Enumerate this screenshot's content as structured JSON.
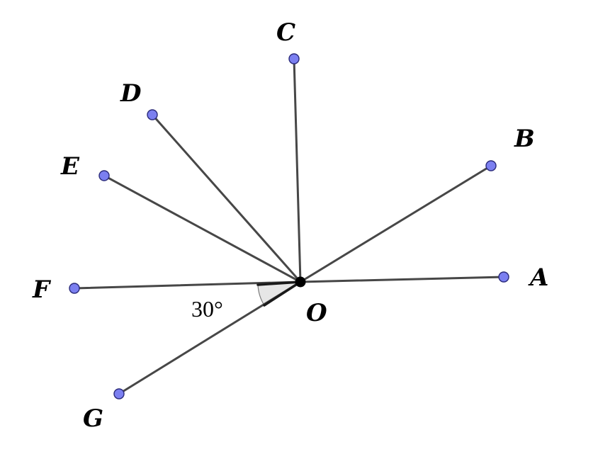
{
  "points": {
    "A": "A",
    "B": "B",
    "C": "C",
    "D": "D",
    "E": "E",
    "F": "F",
    "G": "G",
    "O": "O"
  },
  "angle_label": "30°",
  "colors": {
    "point_fill": "#7b7ff0",
    "line": "#474747",
    "angle_shade": "#e6e6e6"
  }
}
